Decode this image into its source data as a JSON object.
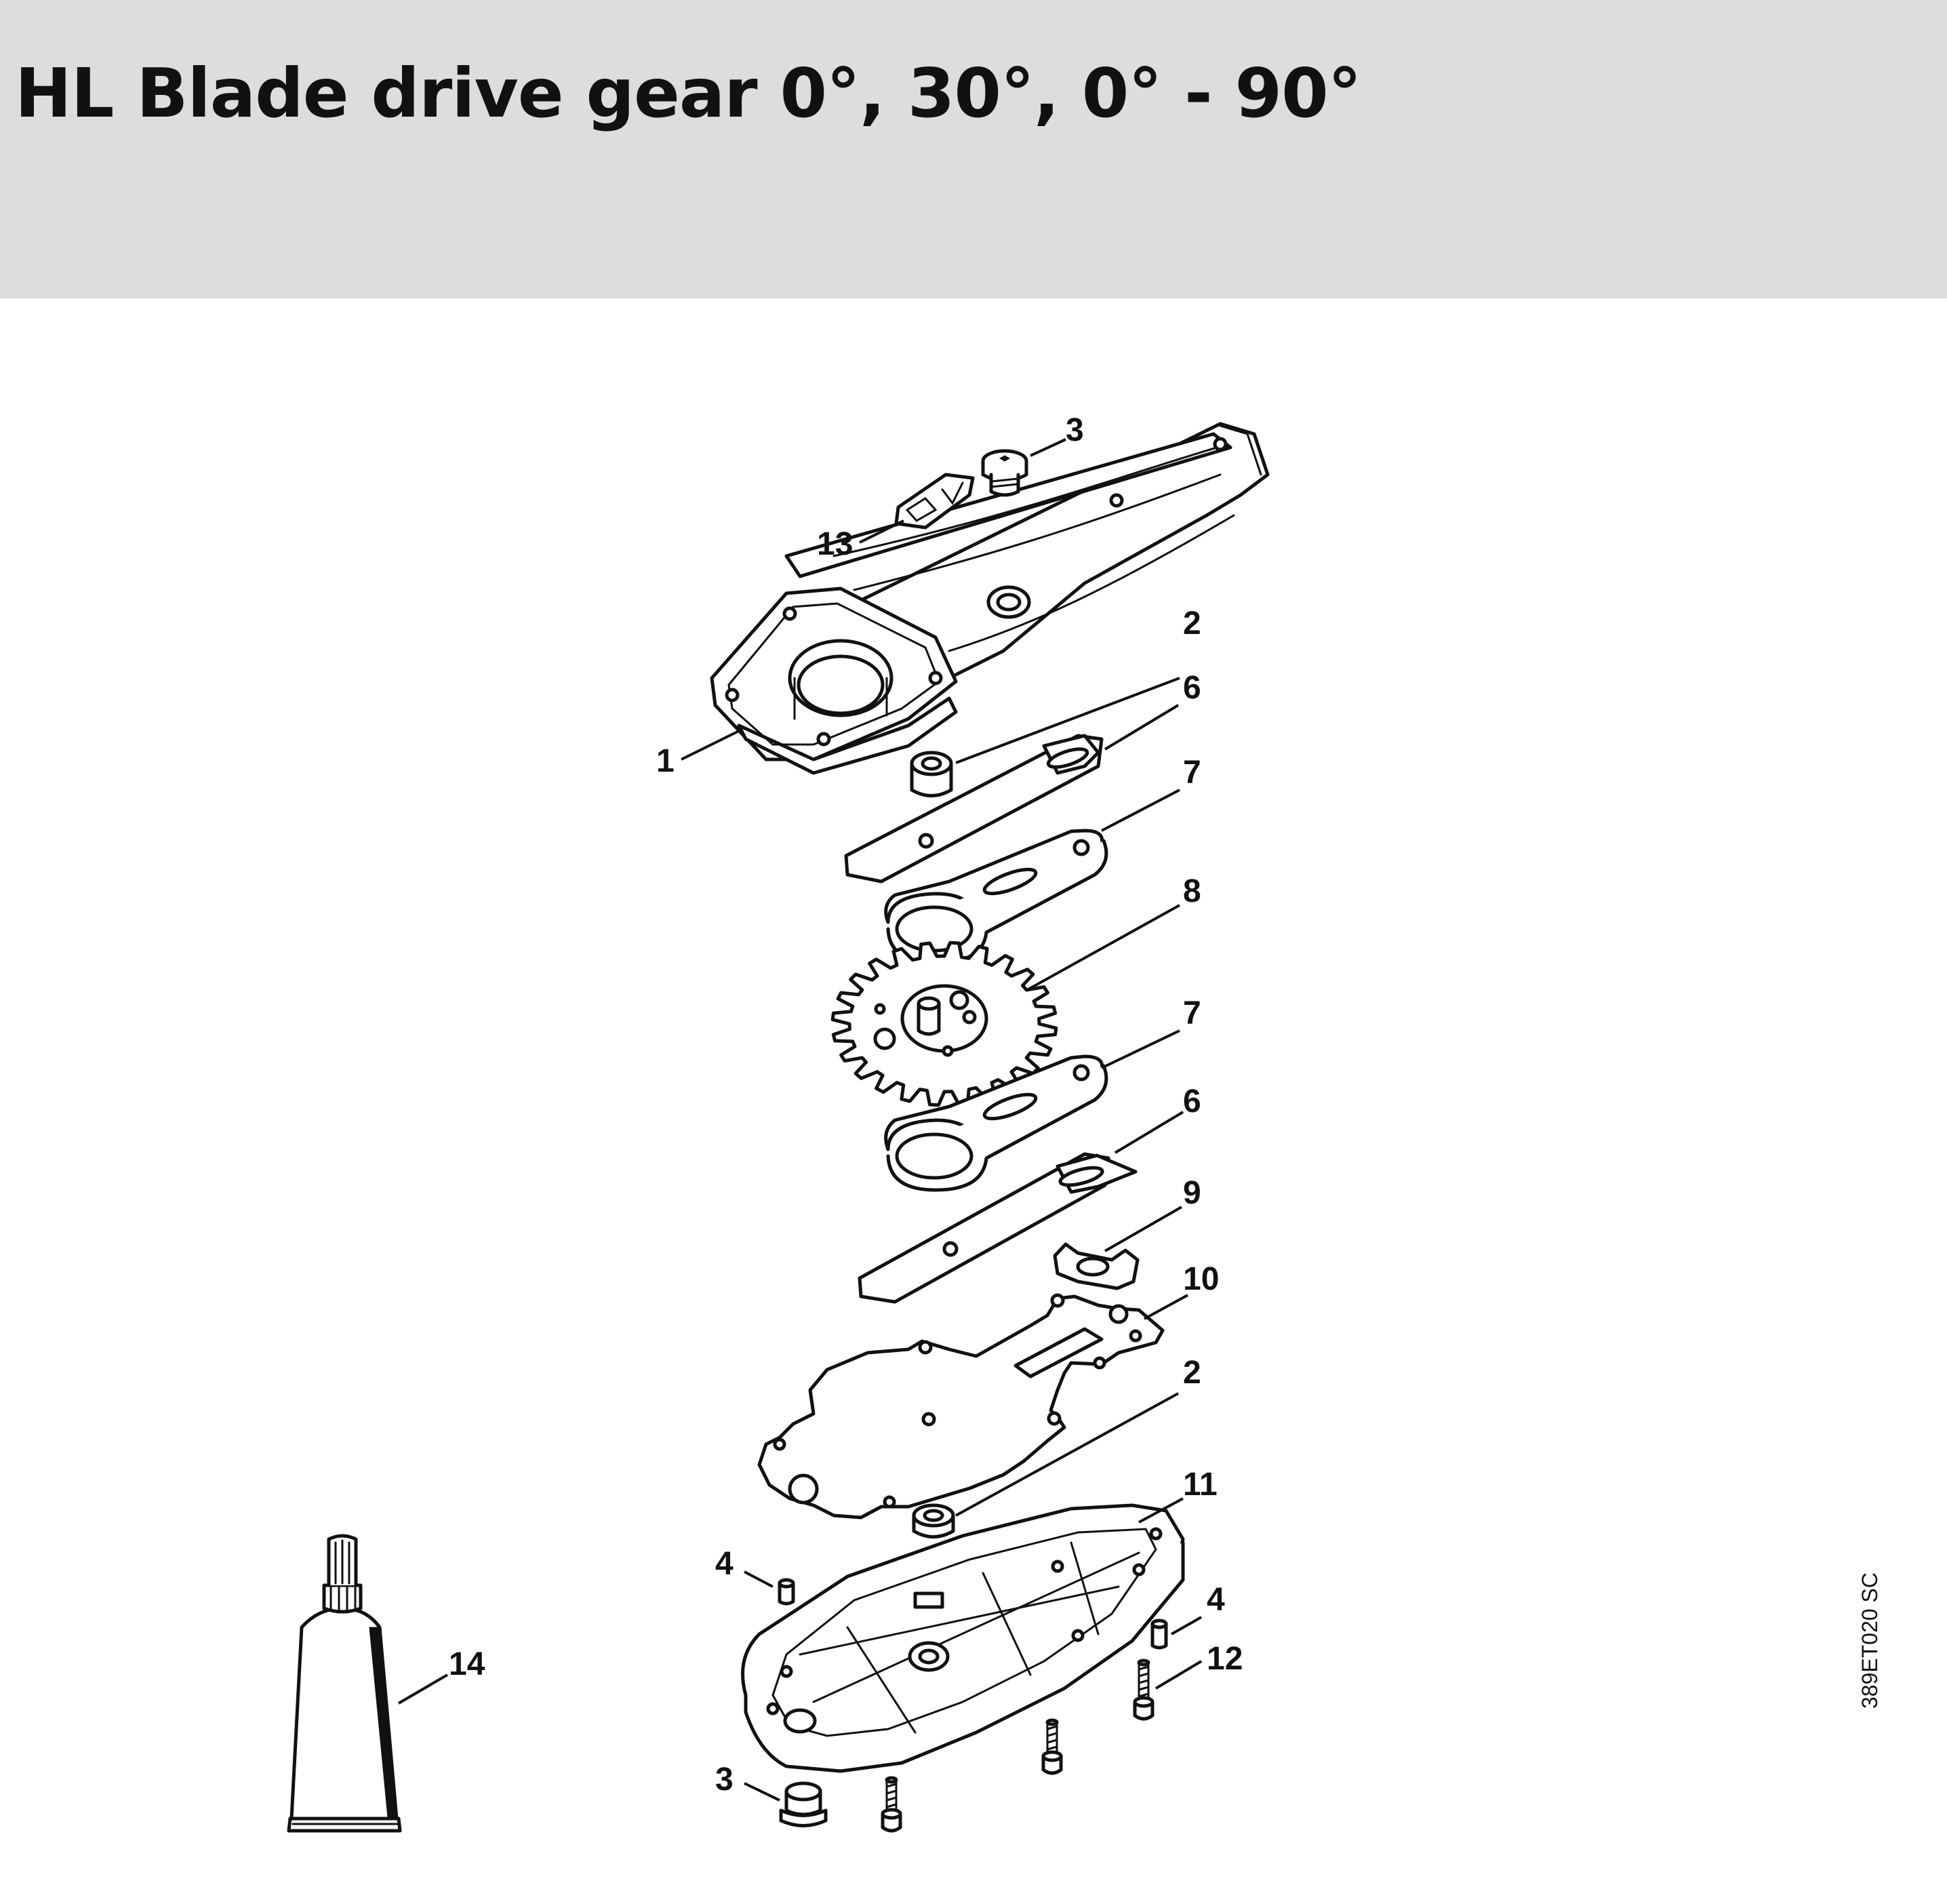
{
  "header": {
    "title": "HL Blade drive gear 0°, 30°, 0° - 90°",
    "background": "#dcdddc"
  },
  "diagram": {
    "callouts": [
      {
        "id": "c3a",
        "label": "3"
      },
      {
        "id": "c13",
        "label": "13"
      },
      {
        "id": "c2a",
        "label": "2"
      },
      {
        "id": "c6a",
        "label": "6"
      },
      {
        "id": "c1",
        "label": "1"
      },
      {
        "id": "c7a",
        "label": "7"
      },
      {
        "id": "c8",
        "label": "8"
      },
      {
        "id": "c7b",
        "label": "7"
      },
      {
        "id": "c6b",
        "label": "6"
      },
      {
        "id": "c9",
        "label": "9"
      },
      {
        "id": "c10",
        "label": "10"
      },
      {
        "id": "c2b",
        "label": "2"
      },
      {
        "id": "c11",
        "label": "11"
      },
      {
        "id": "c4a",
        "label": "4"
      },
      {
        "id": "c4b",
        "label": "4"
      },
      {
        "id": "c12",
        "label": "12"
      },
      {
        "id": "c14",
        "label": "14"
      },
      {
        "id": "c3b",
        "label": "3"
      }
    ],
    "drawing_code": "389ET020 SC"
  }
}
